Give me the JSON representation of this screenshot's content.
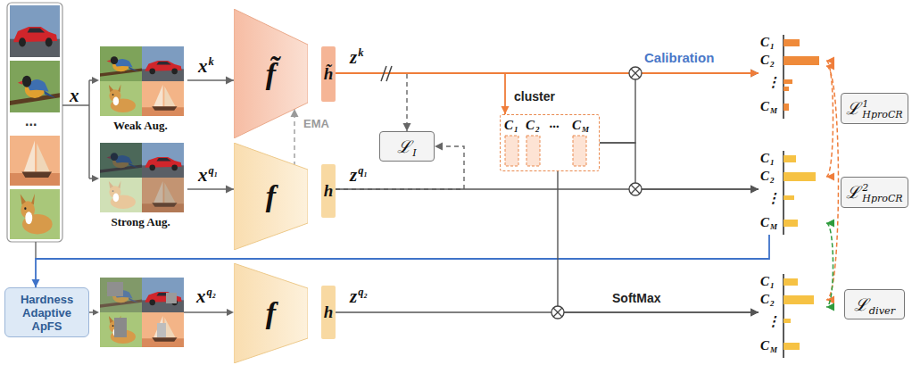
{
  "diagram": {
    "nodes": [
      {
        "text": [
          "Weak Aug."
        ]
      },
      {
        "text": [
          "f̃"
        ]
      },
      {
        "text": [
          "h̃"
        ]
      },
      {
        "text": [
          "ℒ",
          "I"
        ]
      },
      {
        "text": [
          "C",
          "1",
          "C",
          "2",
          "...",
          "C",
          "M"
        ]
      },
      {
        "text": [
          "Strong Aug."
        ]
      },
      {
        "text": [
          "f"
        ]
      },
      {
        "text": [
          "h"
        ]
      },
      {
        "text": [
          "Hardness Adaptive ApFS"
        ]
      },
      {
        "text": [
          "f"
        ]
      },
      {
        "text": [
          "h"
        ]
      },
      {
        "text": [
          "C",
          "1",
          "C",
          "2",
          "⋮",
          "C",
          "M"
        ]
      },
      {
        "text": [
          "ℒ",
          "1",
          "HproCR"
        ]
      },
      {
        "text": [
          "C",
          "1",
          "C",
          "2",
          "⋮",
          "C",
          "M"
        ]
      },
      {
        "text": [
          "ℒ",
          "2",
          "HproCR"
        ]
      },
      {
        "text": [
          "C",
          "1",
          "C",
          "2",
          "⋮",
          "C",
          "M"
        ]
      },
      {
        "text": [
          "ℒ",
          "diver"
        ]
      }
    ],
    "edges": [
      {
        "from": 0,
        "to": 1,
        "arrow": "to"
      },
      {
        "from": 5,
        "to": 6,
        "arrow": "to"
      },
      {
        "from": 6,
        "to": 1,
        "label": "EMA",
        "arrow": "to"
      },
      {
        "from": 2,
        "to": 11,
        "label": "Calibration",
        "arrow": "to"
      },
      {
        "from": 2,
        "to": 4,
        "label": "cluster",
        "arrow": "to"
      },
      {
        "from": 2,
        "to": 3,
        "arrow": "to"
      },
      {
        "from": 7,
        "to": 3,
        "arrow": "to"
      },
      {
        "from": 4,
        "to": 11,
        "arrow": "to"
      },
      {
        "from": 7,
        "to": 13,
        "arrow": "to"
      },
      {
        "from": 4,
        "to": 13,
        "arrow": "to"
      },
      {
        "from": 13,
        "to": 8,
        "arrow": "to"
      },
      {
        "from": 10,
        "to": 15,
        "label": "SoftMax",
        "arrow": "to"
      },
      {
        "from": 4,
        "to": 15,
        "arrow": "to"
      },
      {
        "from": 11,
        "to": 13,
        "arrow": "both"
      },
      {
        "from": 11,
        "to": 15,
        "arrow": "both"
      },
      {
        "from": 13,
        "to": 15,
        "arrow": "both"
      }
    ],
    "labels": [
      "x",
      "...",
      "x",
      "k",
      "z",
      "k",
      "x",
      "q₁",
      "z",
      "q₁",
      "x",
      "q₂",
      "z",
      "q₂"
    ]
  }
}
